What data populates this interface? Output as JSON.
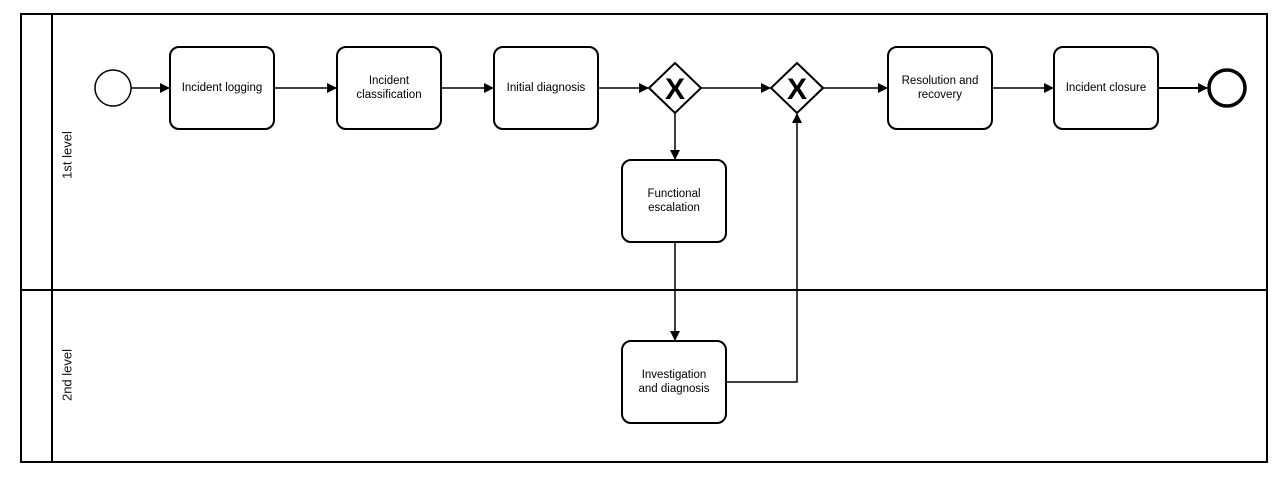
{
  "lanes": [
    {
      "label": "1st level"
    },
    {
      "label": "2nd level"
    }
  ],
  "tasks": {
    "incident_logging": "Incident logging",
    "incident_classification": "Incident\nclassification",
    "initial_diagnosis": "Initial diagnosis",
    "functional_escalation": "Functional\nescalation",
    "investigation_diagnosis": "Investigation\nand diagnosis",
    "resolution_recovery": "Resolution and\nrecovery",
    "incident_closure": "Incident closure"
  },
  "gateways": [
    {
      "symbol": "X"
    },
    {
      "symbol": "X"
    }
  ]
}
